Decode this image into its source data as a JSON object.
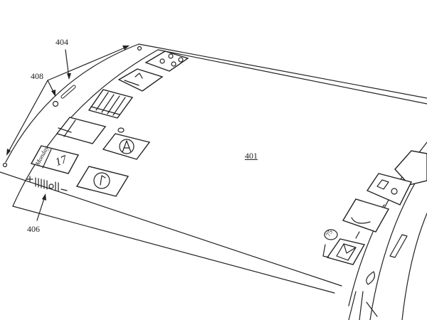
{
  "figure": {
    "reference_numerals": {
      "device_screen": "401",
      "speaker_slot": "404",
      "sensors": "408",
      "volume_control": "406"
    },
    "calendar_icon": {
      "day": "Monday",
      "date": "17"
    },
    "mail_icon": {
      "badge": "75"
    },
    "line_color": "#222222"
  }
}
